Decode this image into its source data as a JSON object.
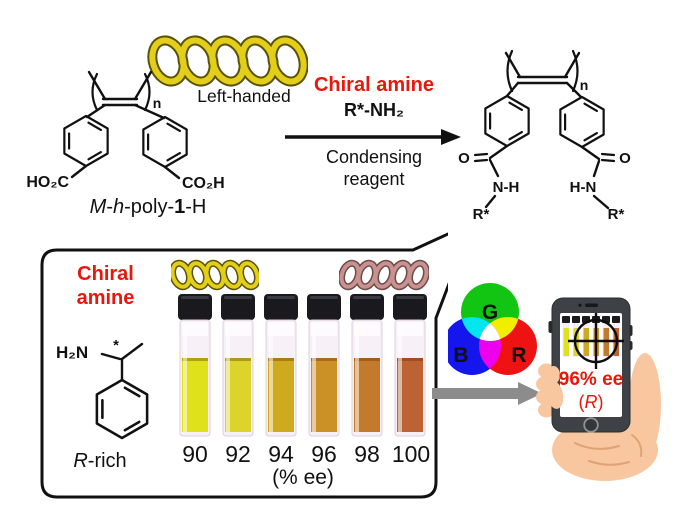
{
  "figure": {
    "background": "#ffffff",
    "accent_red": "#e8170b",
    "line_color": "#111111"
  },
  "reactant": {
    "name": {
      "m": "M",
      "dash1": "-",
      "h": "h",
      "dash2": "-poly-",
      "bold_one": "1",
      "tail": "-H"
    },
    "helix_label": "Left-handed",
    "left_acid": "HO₂C",
    "right_acid": "CO₂H",
    "repeat_sub": "n",
    "helix_color": "#e4cf18",
    "helix_outline": "#5a5206"
  },
  "reaction": {
    "title": "Chiral amine",
    "reagent": "R*-NH₂",
    "conditions": "Condensing reagent"
  },
  "product": {
    "repeat_sub": "n",
    "carbonyl_o": "O",
    "amide_left": "N-H",
    "amide_right": "H-N",
    "r_group": "R*"
  },
  "panel": {
    "title": "Chiral amine",
    "amine": {
      "h2n": "H₂N",
      "stereocenter": "*",
      "config_italic": "R",
      "config_rest": "-rich"
    },
    "helices": {
      "yellow": "#e4cf18",
      "yellow_outline": "#5a5206",
      "pink": "#c9918f",
      "pink_outline": "#6b4c4b"
    },
    "vials": {
      "labels": [
        "90",
        "92",
        "94",
        "96",
        "98",
        "100"
      ],
      "colors": [
        "#dfe11b",
        "#dcd32c",
        "#cfa91e",
        "#cb9127",
        "#c37a2a",
        "#bd6233"
      ],
      "unit": "(% ee)"
    }
  },
  "venn": {
    "labels": {
      "g": "G",
      "b": "B",
      "r": "R"
    },
    "colors": {
      "green": "#13c513",
      "blue": "#1515ee",
      "red": "#ee1212",
      "cyan": "#00e6ee",
      "yellow": "#f2ee00",
      "magenta": "#ee00ee",
      "center": "#ffffff"
    }
  },
  "phone": {
    "result": "96% ee",
    "open_paren": "(",
    "config": "R",
    "close_paren": ")",
    "screen_vial_colors": [
      "#dfe11b",
      "#dcd32c",
      "#cfa91e",
      "#cb9127",
      "#c37a2a",
      "#bd6233"
    ]
  }
}
